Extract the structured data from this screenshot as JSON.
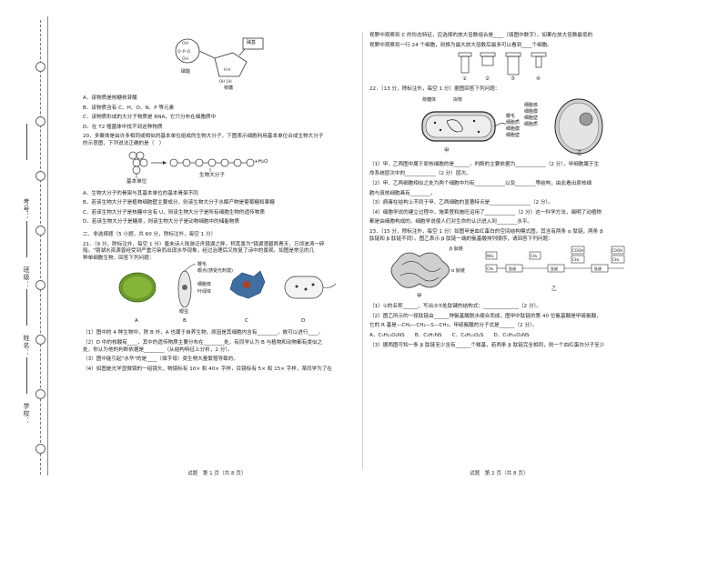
{
  "binding": {
    "labels": [
      "学校：",
      "姓名：",
      "班级：",
      "考号："
    ]
  },
  "left": {
    "fig_top": {
      "sugar_label": "磷酸",
      "base_label": "碱基",
      "caption": "核糖"
    },
    "q19_options": [
      "A．该物质是核糖核苷酸",
      "B．该物质含有 C、H、O、N、P 等元素",
      "C．该物质形成的大分子物质是 RNA，它只分布在细胞质中",
      "D．在 T2 噬菌体中找不到这种物质"
    ],
    "q20_stem": [
      "20．多聚体是由许多相同或相似的基本单位组成的生物大分子，下图表示细胞利用基本单位合成生物大分子",
      "的示意图，下列说法正确的是（　）"
    ],
    "q20_fig": {
      "unit_label": "基本单位",
      "macro_label": "生物大分子",
      "water": "+H₂O"
    },
    "q20_options": [
      "A．生物大分子的骨架与其基本单位的基本骨架不同",
      "B．若该生物大分子是植物细胞壁主要成分，则该生物大分子水解产物是葡萄糖和果糖",
      "C．若该生物大分子是核糖中含有 U，则该生物大分子是所有细胞生物的遗传物质",
      "D．若该生物大分子是糖原，则该生物大分子是动物细胞中的储能物质"
    ],
    "section2": "二、非选择题（5 小题，共 60 分，除标注外，每空 1 分）",
    "q21_stem": [
      "21．（9 分，除标注外，每空 1 分）唐末诗人陆游泛舟镜湖之畔，称其景为\"镜湖澄碧两青天，万顷波涛一碎",
      "船。\"镜湖水资源曾经受到严重污染而出现水华现象，经过治理后又恢复了诗中的景观。如图是常见的几",
      "种单细胞生物，回答下列问题："
    ],
    "q21_fig": {
      "labels": [
        "鞭毛",
        "眼点(感受光刺激)",
        "细胞核",
        "叶绿体",
        "眼虫"
      ],
      "letters": [
        "A",
        "B",
        "C",
        "D"
      ]
    },
    "q21_items": [
      "（1）图中的 4 种生物中，除 B 外，A 也属于自养生物，原因是其细胞内含有________，故可以进行____。",
      "（2）D 中的核酸有____，其中的遗传物质主要分布在________处，有同学认为 B 与植物和动物都有类似之",
      "处，你认为他的判断依据是________（从结构特征上分析，2 分）。",
      "（3）图中能引起\"水华\"的是____（填字母）类生物大量繁殖导致的。",
      "（4）如图是光学显微镜的一组镜头，物镜标有 10× 和 40× 字样，目镜标有 5× 和 15× 字样，某同学为了在"
    ],
    "footer": "试题　第 1 页（共 8 页）"
  },
  "right": {
    "q21_cont": [
      "视野中观察到 C 的形态特征，应选择的放大倍数组合是____（填图中数字），如果在放大倍数最低的",
      "视野中观察到一行 24 个细胞，则换为最大放大倍数后最多可以看到____个细胞。"
    ],
    "lens_numbers": [
      "①",
      "②",
      "③",
      "④"
    ],
    "q22_stem": "22．（13 分，除标注外，每空 1 分）据图回答下列问题：",
    "q22_fig": {
      "left_labels": [
        "核糖体",
        "拟核",
        "鞭毛",
        "细胞质",
        "细胞膜",
        "细胞壁"
      ],
      "right_labels": [
        "细胞核",
        "细胞膜",
        "细胞壁",
        "细胞质"
      ],
      "captions": [
        "甲",
        "乙"
      ]
    },
    "q22_items": [
      "（1）甲、乙两图中属于原核细胞的是______，判断的主要依据为____________（2 分），甲细胞属于生",
      "命系统层次中的____________（2 分）层次。",
      "（2）甲、乙两细胞相似之处为两个细胞中均有____________以及________等结构，由此看出原核细",
      "胞与真核细胞具有________。",
      "（3）病毒在结构上不同于甲、乙两细胞的显著特点是________________（2 分）。",
      "（4）细胞学说的建立过程中，施莱登和施旺运用了____________（2 分）这一科学方法，阐明了动植物",
      "都是由细胞构成的。细胞学说使人们对生命的认识进入到________水平。"
    ],
    "q23_stem": [
      "23．（15 分，除标注外，每空 1 分）如图甲是血红蛋白的空间结构模式图，其含有两条 α 肽链，两条 β",
      "肽链和 β 肽链不同）。图乙表示 β 肽链一端的氨基酸排列顺序，请回答下列问题："
    ],
    "q23_fig": {
      "labels": [
        "β 肽链",
        "α 肽链",
        "甲",
        "乙"
      ],
      "groups": [
        "NH₂",
        "CH₂",
        "肽键",
        "CH₃",
        "COOH",
        "CH₂",
        "肽键",
        "COOH",
        "CH₂",
        "肽键"
      ]
    },
    "q23_items": [
      "（1）①的名称______，写出③⑤处肽键的结构式：______________（2 分）。",
      "（2）图乙所示的一段肽链由______种氨基酸脱水缩合而成，图甲中肽链的第 40 位氨基酸是甲硫氨酸，",
      "它的 R 基是—CH₂—CH₂—S—CH₃，甲硫氨酸的分子式是______（2 分）。",
      "A．C₅H₁₁O₂NS　　B．C₃H₇NS　　C．C₄H₁₁O₂S　　D．C₅H₁₀O₂NS",
      "（3）据两图可知一条 β 肽链至少含有______个羧基，若两条 β 肽链完全相同，则一个血红蛋白分子至少"
    ],
    "footer": "试题　第 2 页（共 8 页）"
  }
}
